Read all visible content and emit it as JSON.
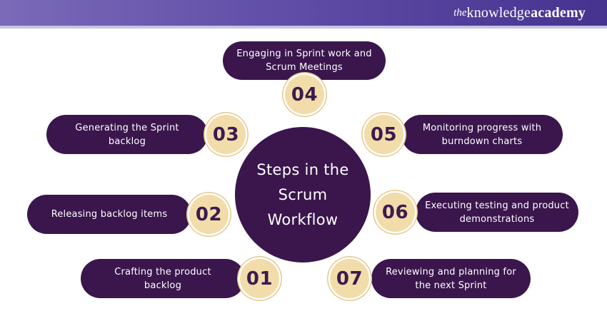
{
  "header": {
    "logo_the": "the",
    "logo_knowledge": "knowledge",
    "logo_academy": "academy"
  },
  "center_circle": {
    "title_lines": [
      "Steps in the",
      "Scrum",
      "Workflow"
    ]
  },
  "steps": [
    {
      "number": "01",
      "label_lines": [
        "Crafting the product",
        "backlog"
      ]
    },
    {
      "number": "02",
      "label_lines": [
        "Releasing backlog items"
      ]
    },
    {
      "number": "03",
      "label_lines": [
        "Generating the Sprint",
        "backlog"
      ]
    },
    {
      "number": "04",
      "label_lines": [
        "Engaging in Sprint work and",
        "Scrum Meetings"
      ]
    },
    {
      "number": "05",
      "label_lines": [
        "Monitoring progress with",
        "burndown charts"
      ]
    },
    {
      "number": "06",
      "label_lines": [
        "Executing testing and product",
        "demonstrations"
      ]
    },
    {
      "number": "07",
      "label_lines": [
        "Reviewing and planning for",
        "the next Sprint"
      ]
    }
  ],
  "colors": {
    "pill_bg": "#3a164d",
    "number_circle_bg": "#f2dcaa",
    "number_circle_ring": "#e6c88a",
    "number_text": "#3b1b4e",
    "title_text": "#ffffff",
    "header_gradient_left": "#7a6ab8",
    "header_gradient_right": "#46338f",
    "header_strip": "#c9c3e6"
  }
}
